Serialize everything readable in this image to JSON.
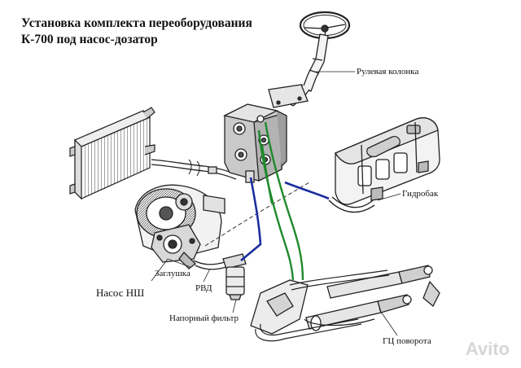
{
  "title": {
    "line1": "Установка комплекта переоборудования",
    "line2": "К-700 под насос-дозатор"
  },
  "labels": {
    "steering_column": "Рулевая колонка",
    "hydraulic_tank": "Гидробак",
    "plug": "Заглушка",
    "pump": "Насос НШ",
    "rvd": "РВД",
    "pressure_filter": "Напорный фильтр",
    "steering_cylinder": "ГЦ поворота"
  },
  "watermark": "Avito",
  "colors": {
    "pressure_line": "#1c2d9e",
    "metering_line": "#1f8a2c",
    "outline": "#222222"
  }
}
